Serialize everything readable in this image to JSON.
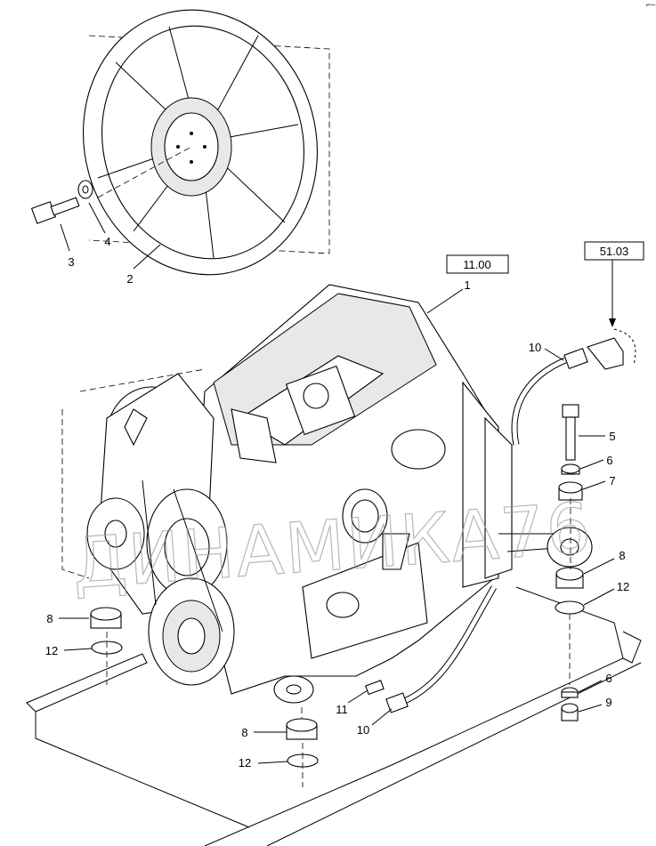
{
  "watermark": "ДИНАМИКА76",
  "corner_mark": "⌐–",
  "reference_boxes": [
    {
      "id": "ref-11-00",
      "label": "11.00"
    },
    {
      "id": "ref-51-03",
      "label": "51.03"
    }
  ],
  "callouts": {
    "bolt_fan": "3",
    "washer_fan": "4",
    "fan": "2",
    "engine": "1",
    "hose_upper": "10",
    "bolt_mount": "5",
    "washer_mount_upper": "6",
    "mount_upper": "7",
    "mount_right": "8",
    "shim_right": "12",
    "mount_left": "8",
    "shim_left": "12",
    "fitting": "11",
    "hose_lower": "10",
    "washer_mount_lower": "6",
    "nut_mount": "9",
    "mount_front": "8",
    "shim_front": "12"
  }
}
